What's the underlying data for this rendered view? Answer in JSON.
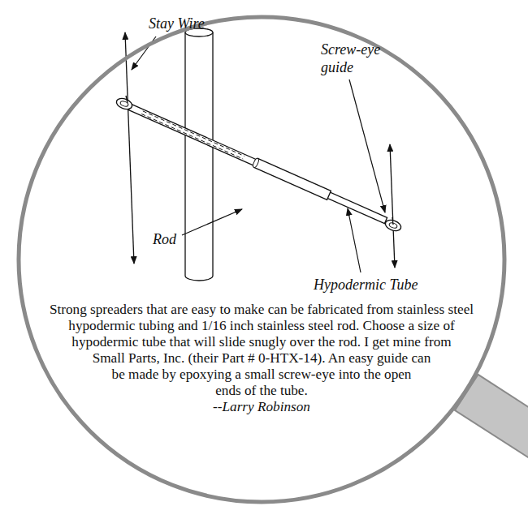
{
  "diagram": {
    "nodes": [
      {
        "text": [
          "Strong spreaders that are easy to make can be fabricated from stainless steel hypodermic tubing and 1/16 inch stainless steel rod. Choose a size of hypodermic tube that will slide snugly over the rod. I get mine from Small Parts, Inc. (their Part # 0-HTX-14). An easy guide can be made by epoxying a small screw-eye into the open ends of the tube.",
          "--Larry Robinson"
        ]
      }
    ],
    "labels": [
      "Stay Wire",
      "Screw-eye guide",
      "Rod",
      "Hypodermic Tube"
    ]
  }
}
